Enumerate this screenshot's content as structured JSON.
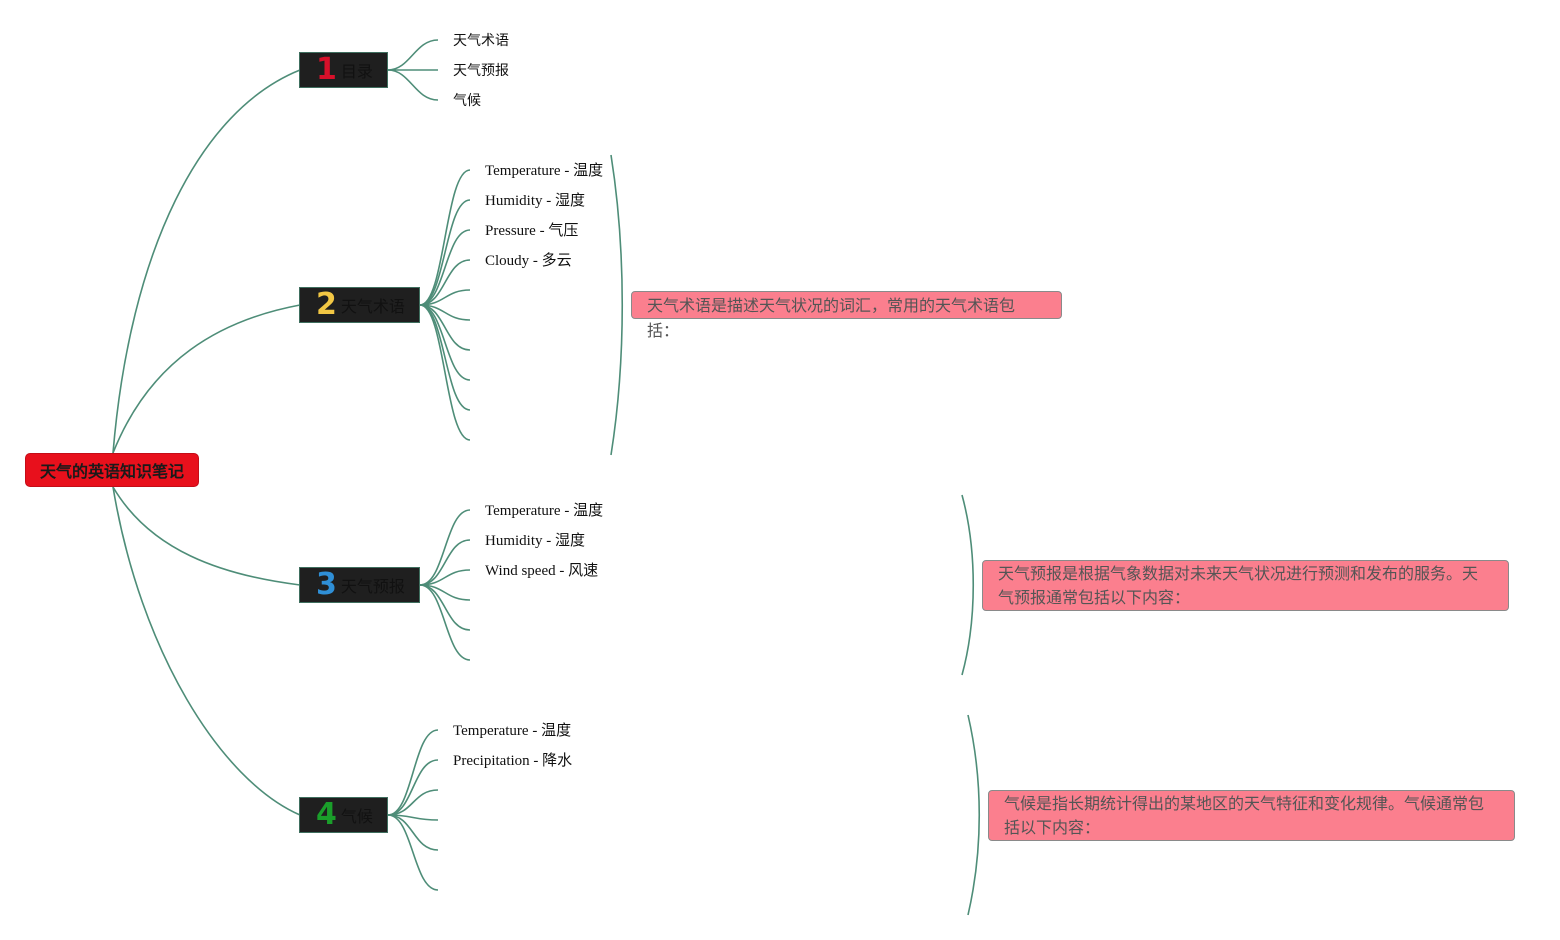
{
  "root": {
    "label": "天气的英语知识笔记",
    "color": "#e8101c"
  },
  "topics": [
    {
      "number": "1",
      "number_color": "#d8102a",
      "label": "目录",
      "leaves": [
        "天气术语",
        "天气预报",
        "气候"
      ]
    },
    {
      "number": "2",
      "number_color": "#f2c744",
      "label": "天气术语",
      "leaves": [
        "Temperature - 温度",
        "Humidity - 湿度",
        "Pressure - 气压",
        "Cloudy - 多云"
      ],
      "note": "天气术语是描述天气状况的词汇，常用的天气术语包括："
    },
    {
      "number": "3",
      "number_color": "#2f8fd6",
      "label": "天气预报",
      "leaves": [
        "Temperature - 温度",
        "Humidity - 湿度",
        "Wind speed - 风速"
      ],
      "note": "天气预报是根据气象数据对未来天气状况进行预测和发布的服务。天气预报通常包括以下内容："
    },
    {
      "number": "4",
      "number_color": "#1a9e2a",
      "label": "气候",
      "leaves": [
        "Temperature - 温度",
        "Precipitation - 降水"
      ],
      "note": "气候是指长期统计得出的某地区的天气特征和变化规律。气候通常包括以下内容："
    }
  ],
  "colors": {
    "connector": "#4e8d78",
    "note_fill": "#fb7f8e",
    "topic_fill": "#1f1f1f"
  }
}
